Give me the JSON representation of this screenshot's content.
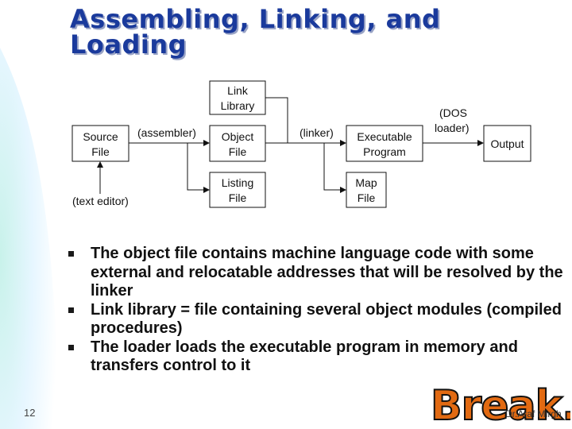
{
  "slide": {
    "title_line1": "Assembling, Linking, and",
    "title_line2": "Loading",
    "page_number": "12",
    "author": "Dr.Araf Mirgh"
  },
  "diagram": {
    "boxes": {
      "link_library": [
        "Link",
        "Library"
      ],
      "source_file": [
        "Source",
        "File"
      ],
      "object_file": [
        "Object",
        "File"
      ],
      "executable_program": [
        "Executable",
        "Program"
      ],
      "output": [
        "Output"
      ],
      "listing_file": [
        "Listing",
        "File"
      ],
      "map_file": [
        "Map",
        "File"
      ]
    },
    "labels": {
      "assembler": "(assembler)",
      "linker": "(linker)",
      "dos_loader_1": "(DOS",
      "dos_loader_2": "loader)",
      "text_editor": "(text  editor)"
    }
  },
  "bullets": [
    "The object file contains machine language code with some external and relocatable addresses that will be resolved by the linker",
    "Link library = file containing several object modules (compiled procedures)",
    "The loader loads the executable program in memory and transfers control to it"
  ],
  "decoration": {
    "break_text": "Break...!",
    "break_fill_color": "#e26a12",
    "title_color": "#1a3a9c"
  }
}
